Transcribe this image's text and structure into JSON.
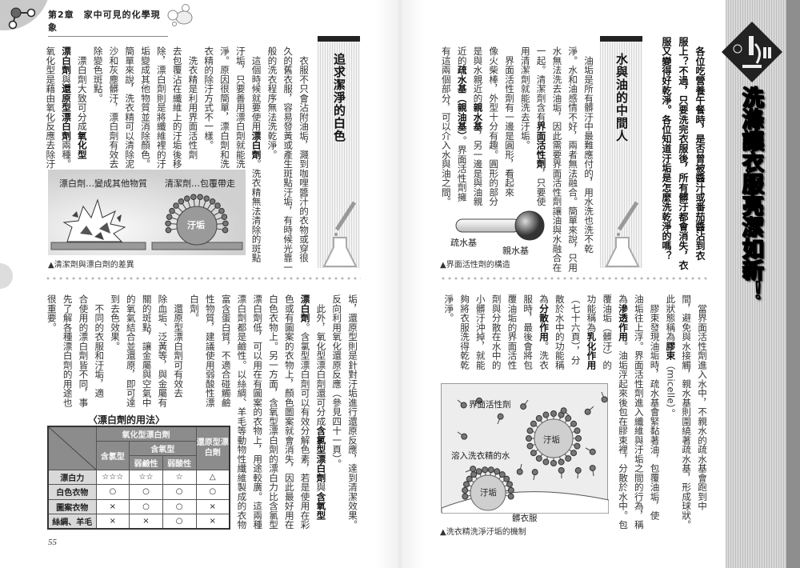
{
  "header": {
    "chapter": "第2章　家中可見的化學現象",
    "page_number": "55"
  },
  "title": "洗滌讓衣服亮潔如新！",
  "intro": {
    "lines": [
      [
        "　各位吃營養午餐時，是否曾被醬汁或番茄醬沾到衣"
      ],
      [
        "服上？不過，只要洗完衣服後，所有髒汙都會消失，衣"
      ],
      [
        "服又變得好乾淨。各位知道汙垢是怎麼洗乾淨的嗎？"
      ]
    ]
  },
  "sections": {
    "left_top": {
      "heading": "追求潔淨的白色",
      "lines": [
        [
          "　衣服不只會沾附油垢，濺到咖哩醬汁的衣物或穿很"
        ],
        [
          "久的舊衣服，容易發黃或產生斑點汙垢，有時候光靠一"
        ],
        [
          "般的洗衣程序無法洗乾淨。"
        ],
        [
          "　這個時候就要使用",
          {
            "bold": "漂白劑"
          },
          "。洗衣精無法清除的斑點"
        ],
        [
          "汙垢，只要善用漂白劑就能洗"
        ],
        [
          "淨。原因很簡單，漂白劑和洗"
        ],
        [
          "衣精的除汙方式不一樣。"
        ],
        [
          "　洗衣精是利用界面活性劑"
        ],
        [
          "去包覆沾在纖維上的汙垢後移"
        ],
        [
          "除，漂白劑則是將纖維裡的汙"
        ],
        [
          "垢變成其他物質並消除顏色。"
        ],
        [
          "簡單來說，洗衣精可以清除泥"
        ],
        [
          "沙和灰塵髒汙，漂白劑有效去"
        ],
        [
          "除變色斑點。"
        ],
        [
          "　漂白劑大致可分成",
          {
            "bold": "氧化型"
          }
        ],
        [
          {
            "bold": "漂白劑"
          },
          "與",
          {
            "bold": "還原型漂白劑"
          },
          "兩種。"
        ],
        [
          "氧化型是藉由氧化反應去除汙"
        ]
      ]
    },
    "left_bottom": {
      "lines": [
        [
          "垢，還原型則是針對汙垢進行還原反應，達到清潔效果。"
        ],
        [
          "反向利用氧化還原反應（參見四十一頁）。"
        ],
        [
          "　此外，氧化型漂白劑還可分成",
          {
            "bold": "含氯型漂白劑"
          },
          "與",
          {
            "bold": "含氧型"
          }
        ],
        [
          {
            "bold": "漂白劑"
          },
          "。含氯型漂白劑可以有效分解色素，若是使用在彩"
        ],
        [
          "色或有圖案的衣物上，顏色圖案就會消失，因此最好用在"
        ],
        [
          "白色衣物上。另一方面，含氧型漂白劑的漂白力比含氯型"
        ],
        [
          "漂白劑低，可以用在有圖案的衣物上，用途較廣。這兩種"
        ],
        [
          "漂白劑都是鹼性。以絲綢、羊毛等動物性纖維製成的衣物"
        ],
        [
          "富含蛋白質，不適合碰觸鹼"
        ],
        [
          "性物質，建議使用弱酸性漂"
        ],
        [
          "白劑。"
        ],
        [
          "　還原型漂白劑可有效去"
        ],
        [
          "除血垢、泛黃等，與金屬有"
        ],
        [
          "關的斑點，讓金屬與空氣中"
        ],
        [
          "的氧氣結合並還原，即可達"
        ],
        [
          "到去色效果。"
        ],
        [
          "　不同的衣服和汙垢，適"
        ],
        [
          "合使用的漂白劑皆不同，事"
        ],
        [
          "先了解各種漂白劑的用途也"
        ],
        [
          "很重要。"
        ]
      ]
    },
    "right_top": {
      "heading": "水與油的中間人",
      "lines": [
        [
          "　油垢是所有髒汙中最難應付的，用水洗也洗不乾"
        ],
        [
          "淨。水和油感情不好，兩者無法融合。簡單來說，只用"
        ],
        [
          "水無法洗去油垢，因此需要界面活性劑讓油與水融合在"
        ],
        [
          "一起。清潔劑含有",
          {
            "bold": "界面活性劑"
          },
          "，只要使"
        ],
        [
          "用清潔劑就能洗去汙垢。"
        ],
        [
          "　界面活性劑有一邊是圓形，看起來"
        ],
        [
          "像火柴棒，外型十分有趣。圓形的部分"
        ],
        [
          "是與水親近的",
          {
            "bold": "親水基"
          },
          "，另一邊是與油親"
        ],
        [
          "近的",
          {
            "bold": "疏水基（親油基）"
          },
          "。界面活性劑擁"
        ],
        [
          "有這兩個部分，可以介入水與油之間。"
        ]
      ]
    },
    "right_bottom": {
      "lines": [
        [
          "　當界面活性劑進入水中，不親水的疏水基會跑到中"
        ],
        [
          "間，避免與水接觸，親水基則圍繞著疏水基，形成球狀。"
        ],
        [
          "此狀態稱為",
          {
            "bold": "膠束"
          },
          "（micelle）。"
        ],
        [
          "　膠束發現油垢時，疏水基會緊黏著油，包覆油垢，使"
        ],
        [
          "油垢往上浮。界面活性劑進入纖維與汙垢之間的行為，稱"
        ],
        [
          "為",
          {
            "bold": "滲透作用"
          },
          "。油垢浮起來後包在膠束裡，分散於水中。包"
        ],
        [
          "覆油垢（髒汙）的"
        ],
        [
          "功能稱為",
          {
            "bold": "乳化作用"
          }
        ],
        [
          "（七十六頁），分"
        ],
        [
          "散於水中的功能稱"
        ],
        [
          "為",
          {
            "bold": "分散作用"
          },
          "。洗衣"
        ],
        [
          "服時，最後會將包"
        ],
        [
          "覆油垢的界面活性"
        ],
        [
          "劑與分散在水中的"
        ],
        [
          "小髒汙沖掉，就能"
        ],
        [
          "夠將衣服洗得乾乾"
        ],
        [
          "淨淨。"
        ]
      ]
    }
  },
  "figures": {
    "difference": {
      "bleach_label": "漂白劑…變成其他物質",
      "detergent_label": "清潔劑…包覆帶走",
      "dirt_label": "汙垢",
      "caption": "▲清潔劑與漂白劑的差異"
    },
    "surfactant": {
      "hydrophobic_label": "疏水基",
      "hydrophilic_label": "親水基",
      "caption": "▲界面活性劑的構造"
    },
    "mechanism": {
      "surfactant_label": "界面活性劑",
      "water_label": "溶入洗衣精的水",
      "dirt_label_1": "汙垢",
      "dirt_label_2": "汙垢",
      "clothes_label": "髒衣服",
      "caption": "▲洗衣精洗淨汙垢的機制"
    }
  },
  "table": {
    "title": "〈漂白劑的用法〉",
    "header": {
      "oxidizing": "氧化型漂白劑",
      "chlorine": "含氯型",
      "oxygen": "含氧型",
      "weak_alkaline": "弱鹼性",
      "weak_acidic": "弱酸性",
      "reducing": "還原型漂白劑"
    },
    "rows": [
      {
        "label": "漂白力",
        "cells": [
          "☆☆☆",
          "☆☆",
          "☆",
          "△"
        ]
      },
      {
        "label": "白色衣物",
        "cells": [
          "○",
          "○",
          "○",
          "○"
        ]
      },
      {
        "label": "圖案衣物",
        "cells": [
          "×",
          "○",
          "○",
          "×"
        ]
      },
      {
        "label": "絲綢、羊毛",
        "cells": [
          "×",
          "×",
          "○",
          "×"
        ]
      }
    ]
  },
  "colors": {
    "table_header": "#8c8c8c",
    "table_row_header": "#d9d9d9",
    "strip": "#c8c8c8"
  }
}
